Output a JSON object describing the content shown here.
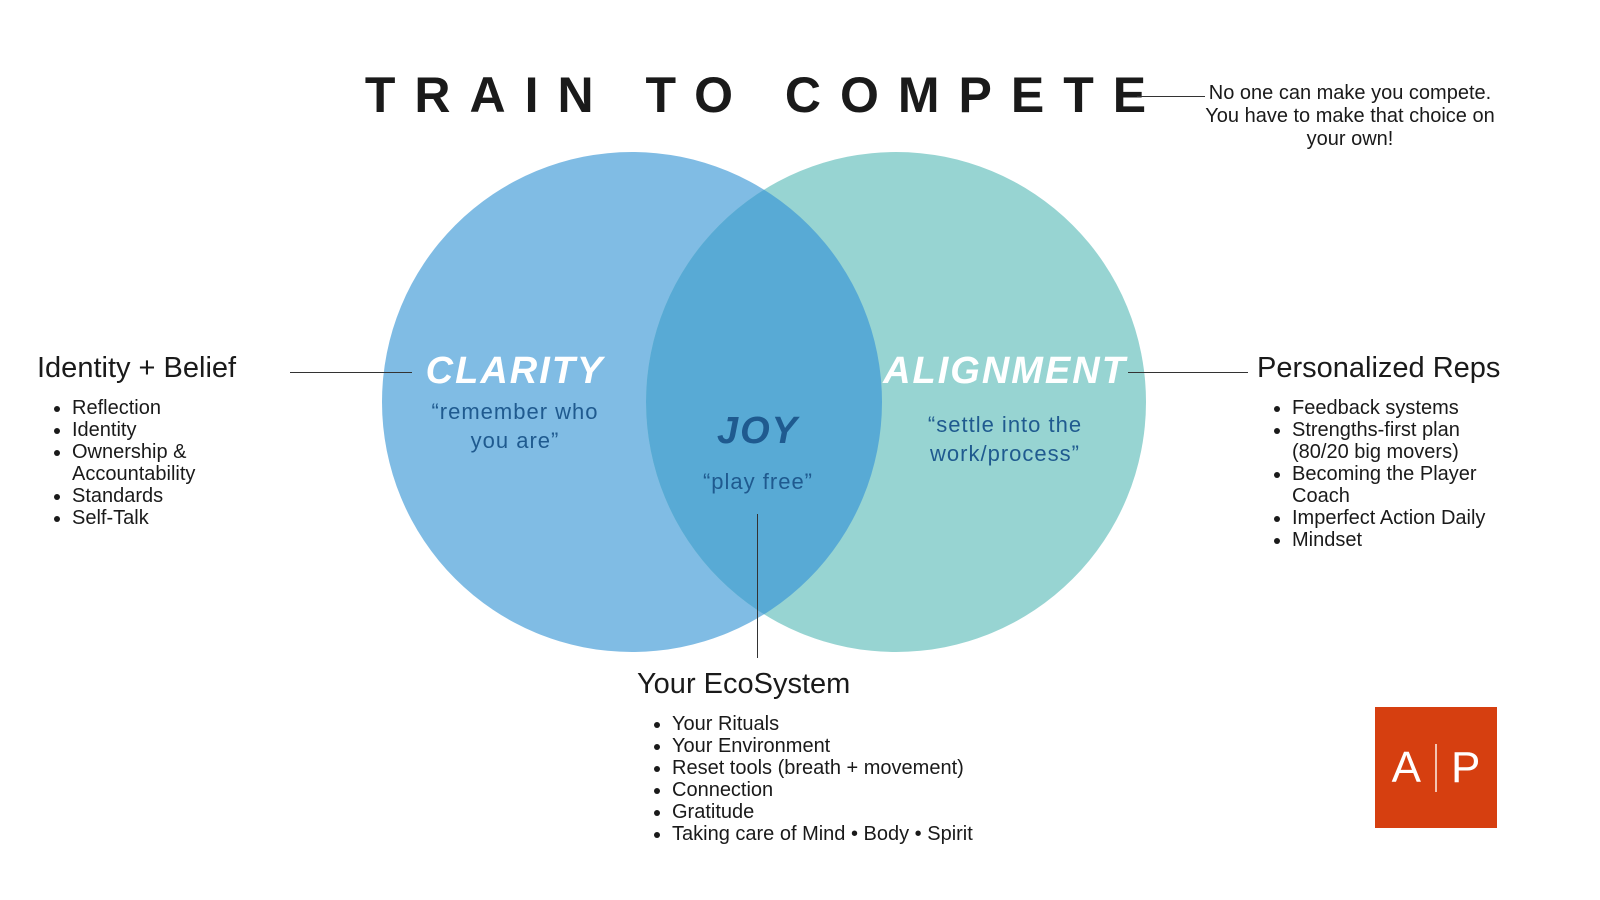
{
  "title": "TRAIN TO COMPETE",
  "quote": "No one can make you compete. You have to make that choice on your own!",
  "colors": {
    "clarity": "#80bce4",
    "alignment": "#97d4d2",
    "overlap": "#58aad5",
    "text_blue": "#1f5a8f",
    "logo": "#d63f10"
  },
  "clarity": {
    "label": "CLARITY",
    "tagline": "“remember who you are”"
  },
  "alignment": {
    "label": "ALIGNMENT",
    "tagline": "“settle into the work/process”"
  },
  "joy": {
    "label": "JOY",
    "tagline": "“play free”"
  },
  "left": {
    "heading": "Identity + Belief",
    "items": [
      "Reflection",
      "Identity",
      "Ownership & Accountability",
      "Standards",
      "Self-Talk"
    ]
  },
  "right": {
    "heading": "Personalized Reps",
    "items": [
      "Feedback systems",
      "Strengths-first plan (80/20 big movers)",
      "Becoming the Player Coach",
      "Imperfect Action Daily",
      "Mindset"
    ]
  },
  "bottom": {
    "heading": "Your EcoSystem",
    "items": [
      "Your Rituals",
      "Your Environment",
      "Reset tools (breath + movement)",
      "Connection",
      "Gratitude",
      "Taking care of Mind • Body • Spirit"
    ]
  },
  "logo": {
    "left": "A",
    "right": "P"
  }
}
